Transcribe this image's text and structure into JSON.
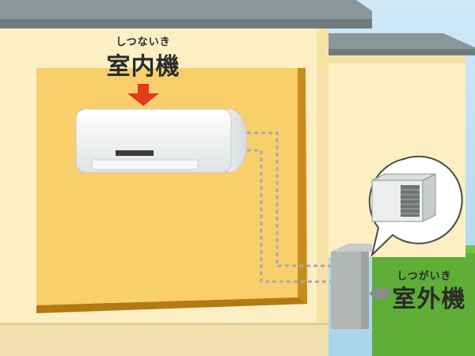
{
  "labels": {
    "indoor_unit": {
      "ruby": "しつないき",
      "kanji": "室内機"
    },
    "outdoor_unit": {
      "ruby": "しつがいき",
      "kanji": "室外機"
    }
  },
  "colors": {
    "sky": "#a9d4ec",
    "house_wall": "#fdefc4",
    "interior_wall": "#f9cf6c",
    "wall_edge": "#c98d1e",
    "roof": "#7e8c8e",
    "grass": "#5fae37",
    "arrow_red": "#e23a1b",
    "arrow_gray": "#8c8c8c",
    "unit_white": "#f1f3f3",
    "outdoor_box": "#b3b6b6"
  }
}
